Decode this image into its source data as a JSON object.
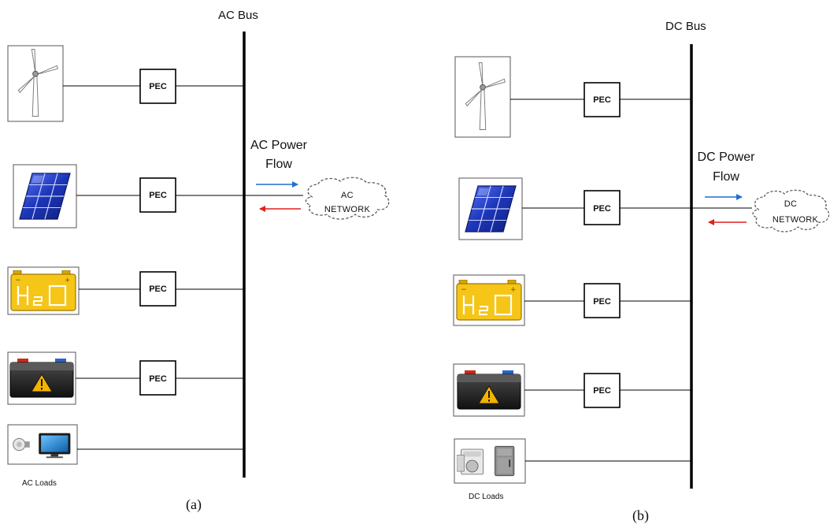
{
  "panel_a": {
    "bus_label": "AC Bus",
    "flow_label_line1": "AC Power",
    "flow_label_line2": "Flow",
    "network_line1": "AC",
    "network_line2": "NETWORK",
    "pec_labels": [
      "PEC",
      "PEC",
      "PEC",
      "PEC"
    ],
    "loads_label": "AC Loads",
    "caption": "(a)"
  },
  "panel_b": {
    "bus_label": "DC Bus",
    "flow_label_line1": "DC Power",
    "flow_label_line2": "Flow",
    "network_line1": "DC",
    "network_line2": "NETWORK",
    "pec_labels": [
      "PEC",
      "PEC",
      "PEC",
      "PEC"
    ],
    "loads_label": "DC Loads",
    "caption": "(b)"
  },
  "icons": [
    "wind-turbine-icon",
    "solar-panel-icon",
    "hydrogen-fuel-cell-icon",
    "battery-icon",
    "loads-icon"
  ],
  "colors": {
    "forward_arrow": "#1f6fd1",
    "reverse_arrow": "#e0201b",
    "bus_line": "#000000",
    "fuel_cell_fill": "#f5c518",
    "solar_cell": "#2a46c8"
  }
}
